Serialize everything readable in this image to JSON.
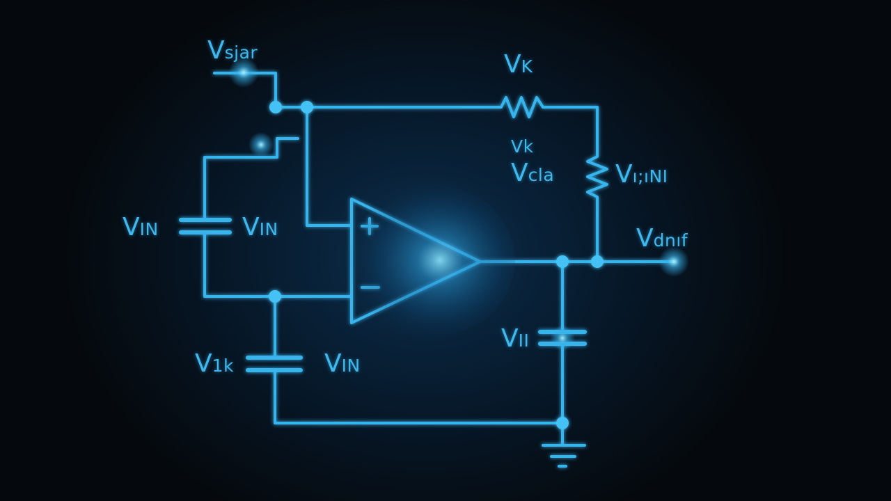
{
  "colors": {
    "background": "#05090d",
    "wire": "#38b4ec",
    "glow": "#7fe0ff"
  },
  "labels": {
    "v_start": {
      "main": "V",
      "sub": "sjar"
    },
    "v_k_top": {
      "main": "V",
      "sub": "K"
    },
    "v_k_small": {
      "main": "V",
      "sub": "k"
    },
    "v_cla": {
      "main": "V",
      "sub": "cla"
    },
    "v_uni": {
      "main": "V",
      "sub": "ı;ıNI"
    },
    "v_in_left": {
      "main": "V",
      "sub": "IN"
    },
    "v_in_mid": {
      "main": "V",
      "sub": "IN"
    },
    "v_out": {
      "main": "V",
      "sub": "dnıf"
    },
    "v_ii": {
      "main": "V",
      "sub": "II"
    },
    "v_1k": {
      "main": "V",
      "sub": "1k"
    },
    "v_in_bottom": {
      "main": "V",
      "sub": "IN"
    }
  },
  "opamp": {
    "plus_symbol": "+",
    "minus_symbol": "−"
  }
}
